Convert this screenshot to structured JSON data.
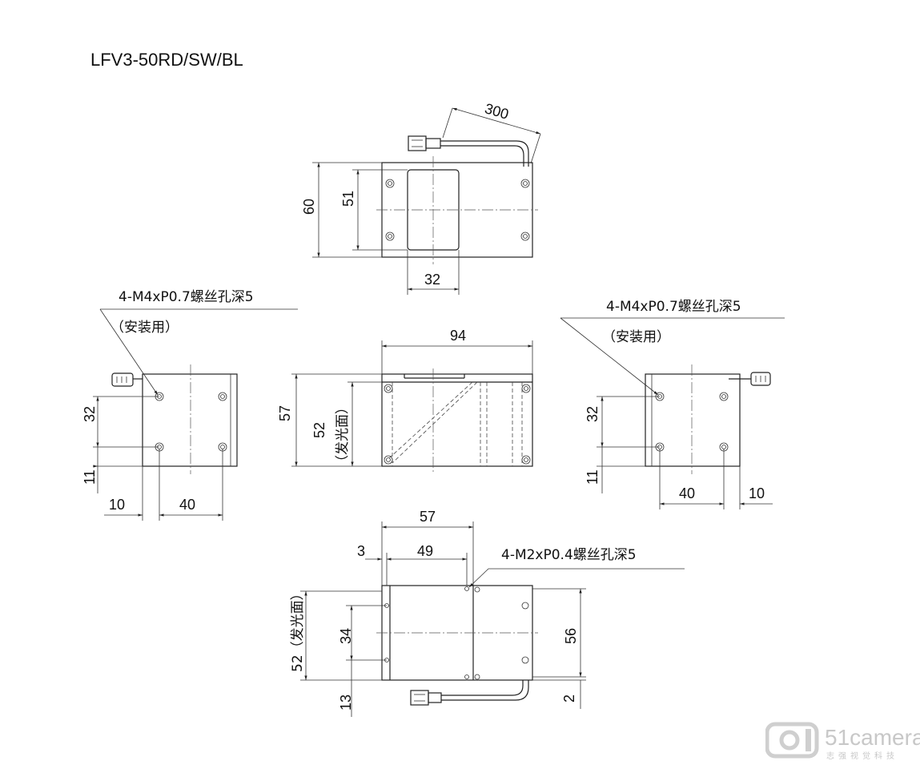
{
  "title": "LFV3-50RD/SW/BL",
  "top_view": {
    "cable_length": "300",
    "height_outer": "60",
    "height_inner": "51",
    "window_width": "32"
  },
  "left_view": {
    "thread_note": "4-M4xP0.7螺丝孔深5",
    "usage_note": "（安装用）",
    "v_pitch": "32",
    "v_offset": "11",
    "h_offset": "10",
    "h_pitch": "40"
  },
  "front_view": {
    "width": "94",
    "height_outer": "57",
    "height_emit": "52",
    "emit_label": "（发光面）"
  },
  "right_view": {
    "thread_note": "4-M4xP0.7螺丝孔深5",
    "usage_note": "（安装用）",
    "v_pitch": "32",
    "v_offset": "11",
    "h_pitch": "40",
    "h_offset": "10"
  },
  "bottom_view": {
    "width_total": "57",
    "offset": "3",
    "width_inner": "49",
    "thread_note": "4-M2xP0.4螺丝孔深5",
    "emit_height": "52（发光面）",
    "pitch": "34",
    "offset_bottom": "13",
    "height": "56",
    "gap": "2"
  },
  "watermark": {
    "brand": "51camera",
    "subtitle": "志强视觉科技"
  }
}
